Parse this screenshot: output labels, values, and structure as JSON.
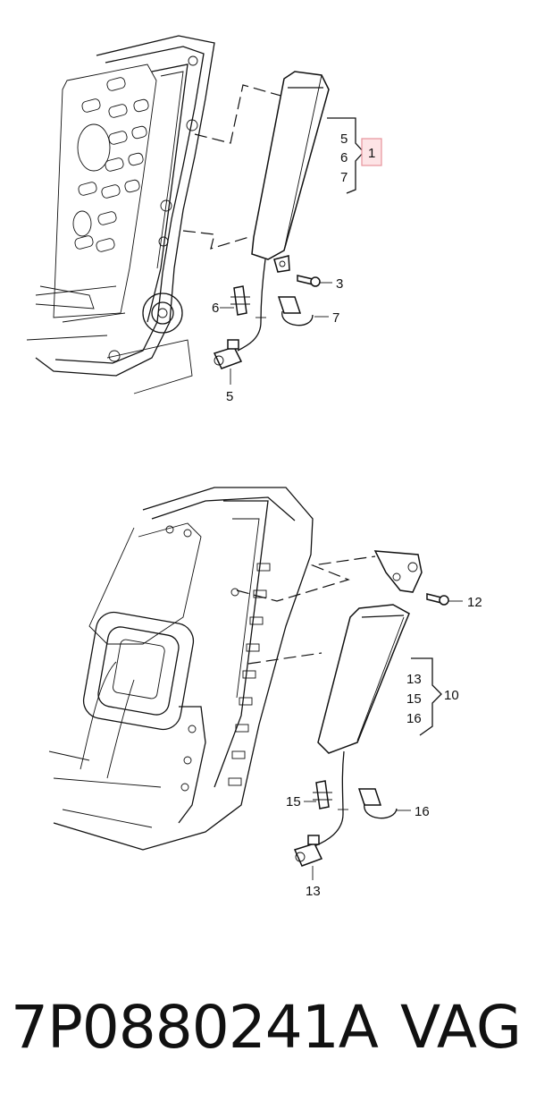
{
  "diagram_top": {
    "callouts": {
      "c5_list": "5",
      "c6_list": "6",
      "c7_list": "7",
      "c1_box": "1",
      "c3": "3",
      "c6": "6",
      "c7": "7",
      "c5_bottom": "5"
    }
  },
  "diagram_bottom": {
    "callouts": {
      "c12": "12",
      "c13_list": "13",
      "c15_list": "15",
      "c16_list": "16",
      "c10": "10",
      "c15": "15",
      "c16": "16",
      "c13_bottom": "13"
    }
  },
  "footer": {
    "part_number": "7P0880241A",
    "brand": "VAG"
  },
  "colors": {
    "highlight_fill": "#fde4e6",
    "highlight_stroke": "#e7939b",
    "line": "#111111"
  }
}
